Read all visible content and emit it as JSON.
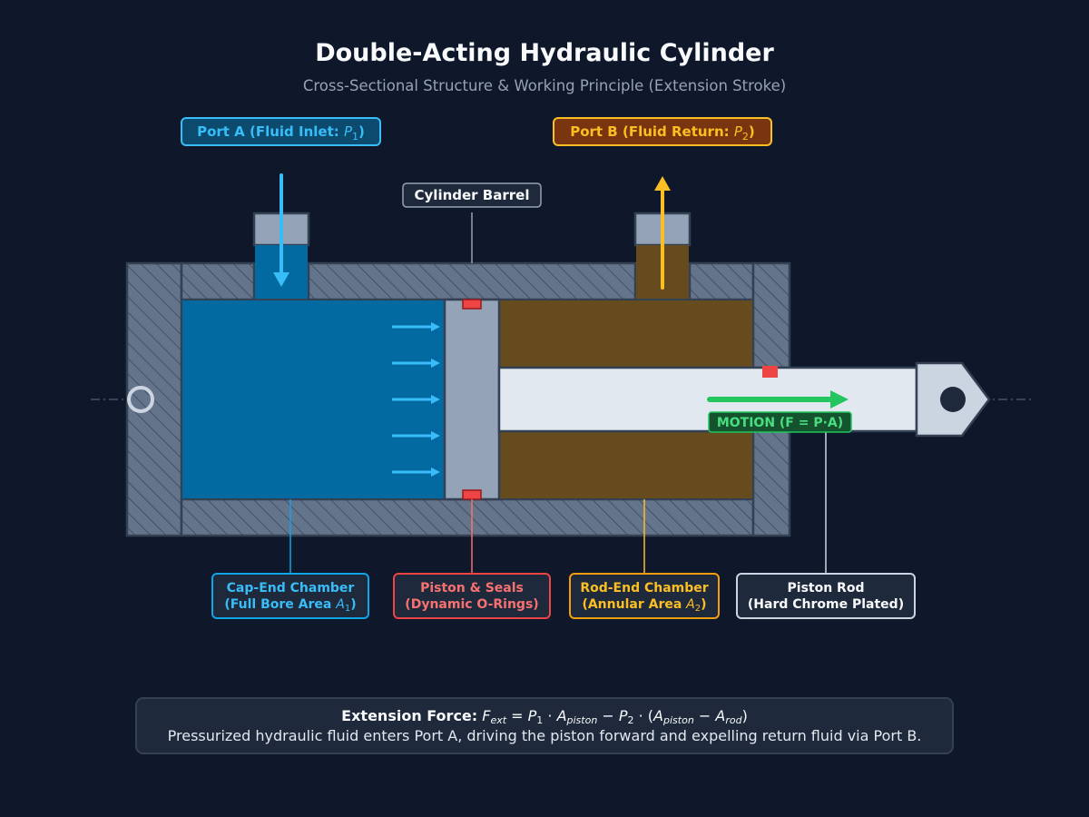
{
  "header": {
    "title": "Double-Acting Hydraulic Cylinder",
    "subtitle": "Cross-Sectional Structure & Working Principle (Extension Stroke)"
  },
  "labels": {
    "port_a": "Port A (Fluid Inlet: ",
    "port_a_sym": "P",
    "port_a_sub": "1",
    "port_a_end": ")",
    "port_b": "Port B (Fluid Return: ",
    "port_b_sym": "P",
    "port_b_sub": "2",
    "port_b_end": ")",
    "barrel": "Cylinder Barrel",
    "motion": "MOTION (F = P·A)",
    "cap_line1": "Cap-End Chamber",
    "cap_line2": "(Full Bore Area ",
    "cap_sym": "A",
    "cap_sub": "1",
    "cap_end": ")",
    "piston_line1": "Piston & Seals",
    "piston_line2": "(Dynamic O-Rings)",
    "rod_chamber_line1": "Rod-End Chamber",
    "rod_chamber_line2": "(Annular Area ",
    "rod_chamber_sym": "A",
    "rod_chamber_sub": "2",
    "rod_chamber_end": ")",
    "rod_line1": "Piston Rod",
    "rod_line2": "(Hard Chrome Plated)"
  },
  "footer": {
    "formula_label": "Extension Force:",
    "formula": {
      "F": "F",
      "ext": "ext",
      "eq": " = ",
      "P1": "P",
      "one": "1",
      "dot1": " · ",
      "A1": "A",
      "piston1": "piston",
      "minus1": " − ",
      "P2": "P",
      "two": "2",
      "dot2": " · (",
      "A2": "A",
      "piston2": "piston",
      "minus2": " − ",
      "A3": "A",
      "rod": "rod",
      "close": ")"
    },
    "description": "Pressurized hydraulic fluid enters Port A, driving the piston forward and expelling return fluid via Port B."
  },
  "colors": {
    "background": "#0f172a",
    "steel": "#64748b",
    "cap_fluid": "#0369a1",
    "rod_fluid": "#654b1e",
    "inlet_blue": "#38bdf8",
    "return_amber": "#fbbf24",
    "seal_red": "#ef4444",
    "motion_green": "#22c55e"
  }
}
